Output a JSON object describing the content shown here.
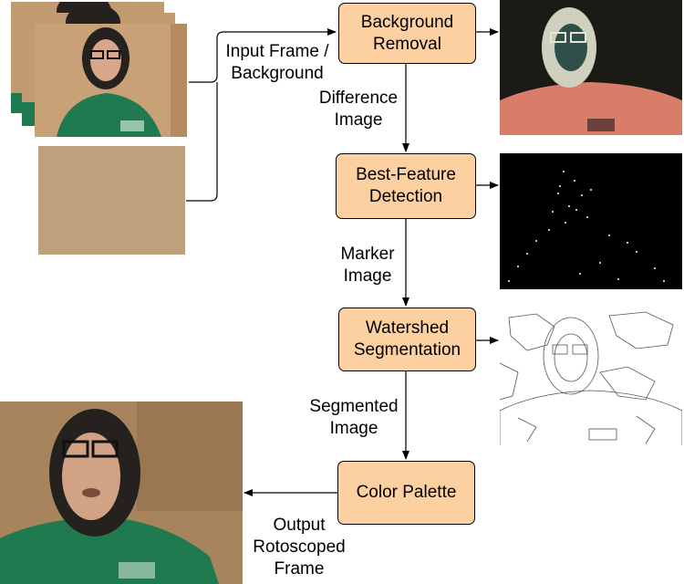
{
  "nodes": {
    "background_removal": "Background\nRemoval",
    "best_feature": "Best-Feature\nDetection",
    "watershed": "Watershed\nSegmentation",
    "color_palette": "Color Palette"
  },
  "edge_labels": {
    "input": "Input Frame /\nBackground",
    "difference": "Difference\nImage",
    "marker": "Marker\nImage",
    "segmented": "Segmented\nImage",
    "output": "Output\nRotoscoped\nFrame"
  },
  "colors": {
    "node_fill": "#fdd0a2",
    "node_border": "#000000",
    "background_photo": "#bfa07c",
    "difference_photo": "#1b1a14",
    "marker_photo": "#000000",
    "shirt": "#1f7a4f",
    "hood": "#24211f",
    "skin": "#d8a68a",
    "output_wall": "#a8845c"
  }
}
